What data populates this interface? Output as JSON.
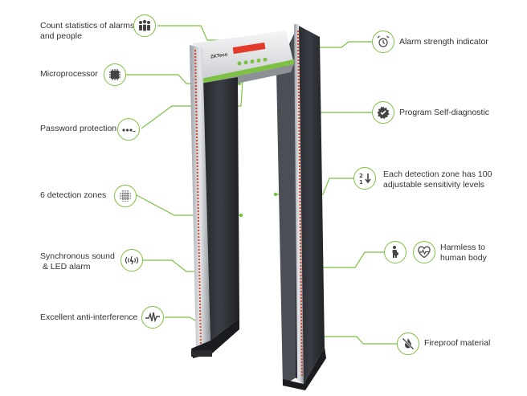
{
  "brand": {
    "logo_text": "ZKTeco"
  },
  "features": {
    "count_statistics": {
      "line1": "Count statistics of alarms",
      "line2": "and people",
      "icon": "people-group-icon"
    },
    "microprocessor": {
      "label": "Microprocessor",
      "icon": "chip-icon"
    },
    "password_protection": {
      "label": "Password protection",
      "icon": "password-dots-icon"
    },
    "detection_zones": {
      "label": "6 detection zones",
      "icon": "zones-grid-icon"
    },
    "sync_alarm": {
      "line1": "Synchronous sound",
      "line2": " & LED alarm",
      "icon": "sound-wave-icon"
    },
    "anti_interference": {
      "label": "Excellent anti-interference",
      "icon": "signal-wave-icon"
    },
    "alarm_strength": {
      "label": "Alarm strength indicator",
      "icon": "alarm-clock-icon"
    },
    "self_diagnostic": {
      "label": "Program Self-diagnostic",
      "icon": "gear-check-icon"
    },
    "sensitivity": {
      "line1": "Each detection zone has 100",
      "line2": "adjustable sensitivity levels",
      "icon": "sort-numbers-icon"
    },
    "harmless": {
      "line1": "Harmless to",
      "line2": "human body",
      "icon": "heartbeat-icon",
      "icon2": "pregnant-person-icon"
    },
    "fireproof": {
      "label": "Fireproof material",
      "icon": "no-fire-icon"
    }
  },
  "colors": {
    "accent": "#7cc142",
    "frame": "#b8bcc2",
    "panel": "#2e3036",
    "led": "#d4472a"
  }
}
